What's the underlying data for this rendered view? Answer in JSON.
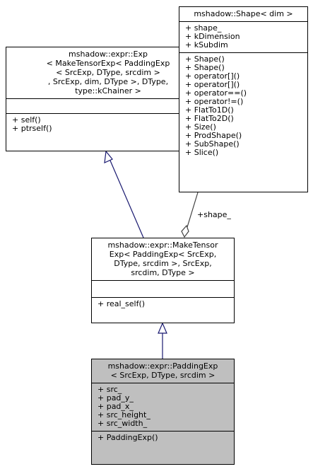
{
  "classes": {
    "exp": {
      "title": [
        "mshadow::expr::Exp",
        "< MakeTensorExp< PaddingExp",
        "< SrcExp, DType, srcdim >",
        ", SrcExp, dim, DType >, DType,",
        "type::kChainer >"
      ],
      "attributes": [],
      "methods": [
        "+ self()",
        "+ ptrself()"
      ]
    },
    "shape": {
      "title": [
        "mshadow::Shape< dim >"
      ],
      "attributes": [
        "+ shape_",
        "+ kDimension",
        "+ kSubdim"
      ],
      "methods": [
        "+ Shape()",
        "+ Shape()",
        "+ operator[]()",
        "+ operator[]()",
        "+ operator==()",
        "+ operator!=()",
        "+ FlatTo1D()",
        "+ FlatTo2D()",
        "+ Size()",
        "+ ProdShape()",
        "+ SubShape()",
        "+ Slice()"
      ]
    },
    "make_tensor_exp": {
      "title": [
        "mshadow::expr::MakeTensor",
        "Exp< PaddingExp< SrcExp,",
        "DType, srcdim >, SrcExp,",
        "srcdim, DType >"
      ],
      "attributes": [],
      "methods": [
        "+ real_self()"
      ]
    },
    "padding_exp": {
      "title": [
        "mshadow::expr::PaddingExp",
        "< SrcExp, DType, srcdim >"
      ],
      "attributes": [
        "+ src_",
        "+ pad_y_",
        "+ pad_x_",
        "+ src_height_",
        "+ src_width_"
      ],
      "methods": [
        "+ PaddingExp()"
      ]
    }
  },
  "edges": {
    "shape_member_label": "+shape_"
  }
}
